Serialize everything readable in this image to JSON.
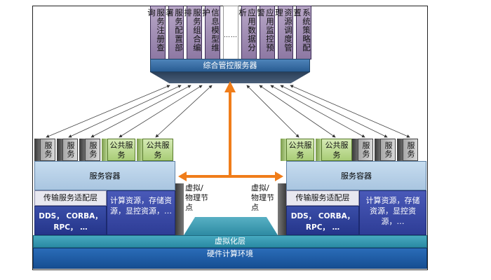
{
  "top": {
    "services": [
      "服务注册查询",
      "服务配置部署",
      "服务组合编排",
      "信息模型维护",
      "……",
      "应用数据分析",
      "应用监控预警",
      "资源调度管理",
      "系统策略配置"
    ],
    "bar_label": "综合管控服务器"
  },
  "left_node": {
    "service_labels": [
      "服务",
      "服务",
      "服务"
    ],
    "public_labels": [
      "公共服务",
      "公共服务"
    ],
    "container_label": "服务容器",
    "adapter_label": "传输服务适配层",
    "protocols": "DDS， CORBA，RPC， …",
    "compute_label": "计算资源，存储资源，显控资源，…",
    "node_label": "虚拟/物理节点"
  },
  "right_node": {
    "public_labels": [
      "公共服务",
      "公共服务"
    ],
    "service_labels": [
      "服务",
      "服务",
      "服务"
    ],
    "container_label": "服务容器",
    "adapter_label": "传输服务适配层",
    "protocols": "DDS， CORBA，RPC， …",
    "compute_label": "计算资源，存储资源，显控资源，…",
    "node_label": "虚拟/物理节点"
  },
  "virtualization_label": "虚拟化层",
  "hardware_label": "硬件计算环境",
  "colors": {
    "arrow": "#f07d1a",
    "top_bar": "#2a5d93",
    "service_box": "#b0b0b0",
    "public_box": "#b5d58a",
    "container": "#b8d2ea",
    "compute": "#2e3d96",
    "virtualization": "#2a8aa3",
    "hardware": "#164e92"
  }
}
